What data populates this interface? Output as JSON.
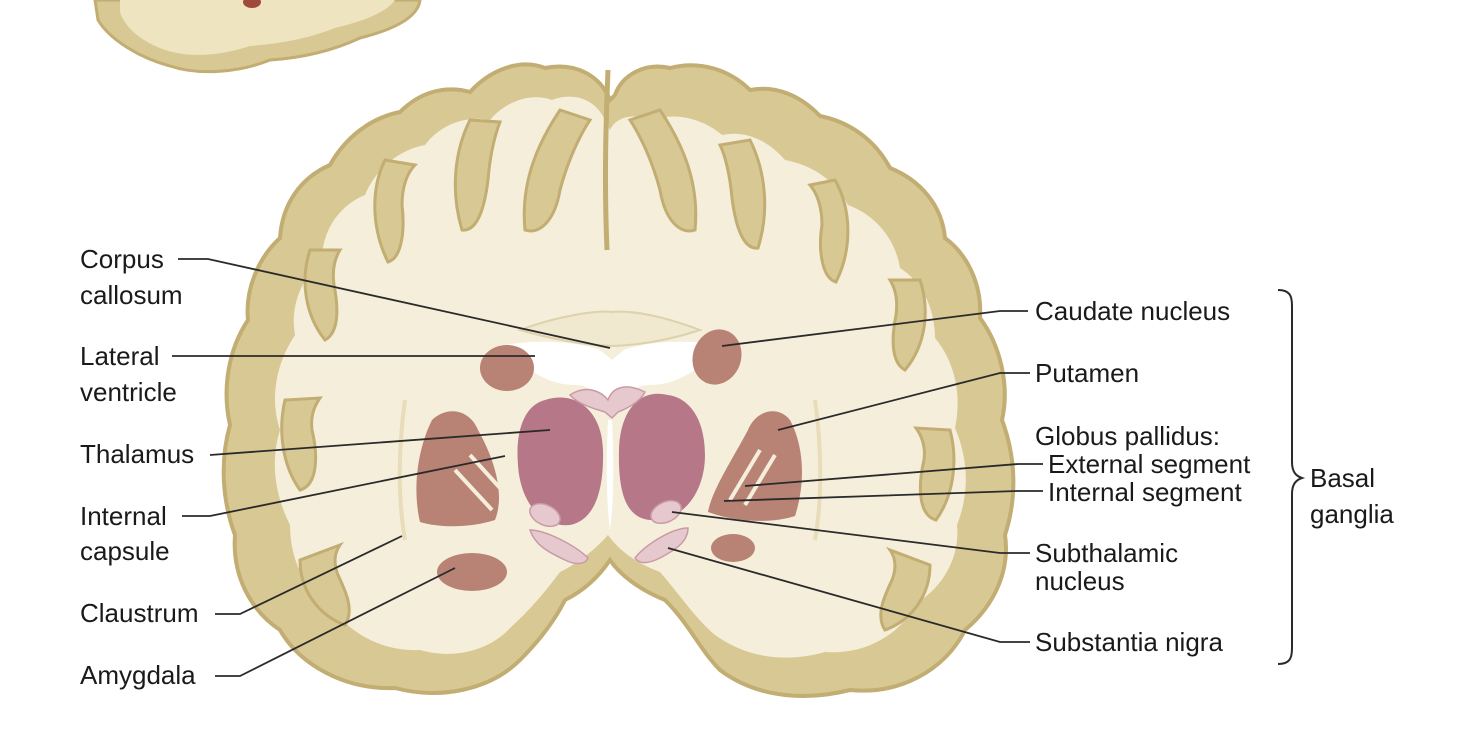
{
  "labels": {
    "corpus_callosum": [
      "Corpus",
      "callosum"
    ],
    "lateral_ventricle": [
      "Lateral",
      "ventricle"
    ],
    "thalamus": "Thalamus",
    "internal_capsule": [
      "Internal",
      "capsule"
    ],
    "claustrum": "Claustrum",
    "amygdala": "Amygdala",
    "caudate_nucleus": "Caudate nucleus",
    "putamen": "Putamen",
    "globus_pallidus": "Globus pallidus:",
    "external_segment": "External segment",
    "internal_segment": "Internal segment",
    "subthalamic_nucleus": [
      "Subthalamic",
      "nucleus"
    ],
    "substantia_nigra": "Substantia nigra",
    "basal_ganglia": [
      "Basal",
      "ganglia"
    ]
  },
  "colors": {
    "cortex": "#d8c894",
    "cortex_shadow": "#c2ad72",
    "white_matter": "#f5eedb",
    "ventricle": "#ffffff",
    "basal_nuclei": "#b88274",
    "thalamus": "#b67788",
    "pallidum_light": "#e6c9cf",
    "label_text": "#1a1a1a"
  }
}
